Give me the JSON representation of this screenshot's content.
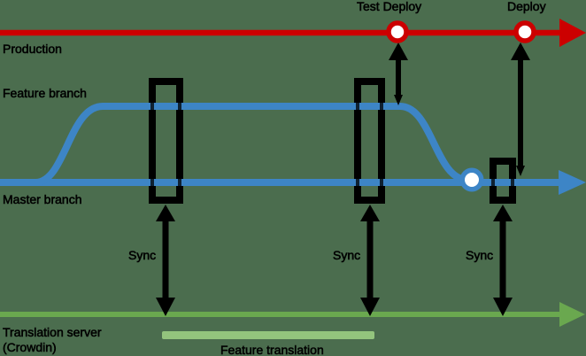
{
  "colors": {
    "background": "#4b6d4e",
    "production": "#cc0000",
    "branch": "#3d85c6",
    "translation": "#6aa84f",
    "translation_bar": "#93c47d",
    "marker_fill": "#ffffff",
    "connector": "#000000",
    "text": "#000000"
  },
  "lanes": {
    "production": "Production",
    "feature": "Feature branch",
    "master": "Master branch",
    "translation_line1": "Translation server",
    "translation_line2": "(Crowdin)"
  },
  "markers": {
    "test_deploy": "Test Deploy",
    "deploy": "Deploy"
  },
  "sync_labels": [
    "Sync",
    "Sync",
    "Sync"
  ],
  "annotations": {
    "feature_translation": "Feature translation"
  }
}
